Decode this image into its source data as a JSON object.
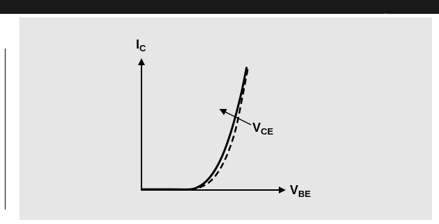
{
  "colors": {
    "banner": "#1a1a1a",
    "panel": "#e6e6e6",
    "ink": "#000000"
  },
  "chart_data": {
    "type": "line",
    "x_axis": {
      "main": "V",
      "subscript": "BE"
    },
    "y_axis": {
      "main": "I",
      "subscript": "C"
    },
    "annotation": {
      "main": "V",
      "subscript": "CE"
    },
    "xlim": [
      0,
      1
    ],
    "ylim": [
      0,
      1
    ],
    "grid": false,
    "series": [
      {
        "style": "solid",
        "x": [
          0,
          0.2,
          0.34,
          0.4,
          0.46,
          0.52,
          0.58,
          0.64,
          0.7,
          0.74
        ],
        "y": [
          0,
          0,
          0,
          0.02,
          0.07,
          0.16,
          0.3,
          0.5,
          0.76,
          0.98
        ]
      },
      {
        "style": "dashed",
        "x": [
          0,
          0.2,
          0.36,
          0.42,
          0.48,
          0.54,
          0.6,
          0.66,
          0.71,
          0.75
        ],
        "y": [
          0,
          0,
          0,
          0.02,
          0.06,
          0.14,
          0.27,
          0.47,
          0.74,
          0.98
        ]
      }
    ]
  }
}
